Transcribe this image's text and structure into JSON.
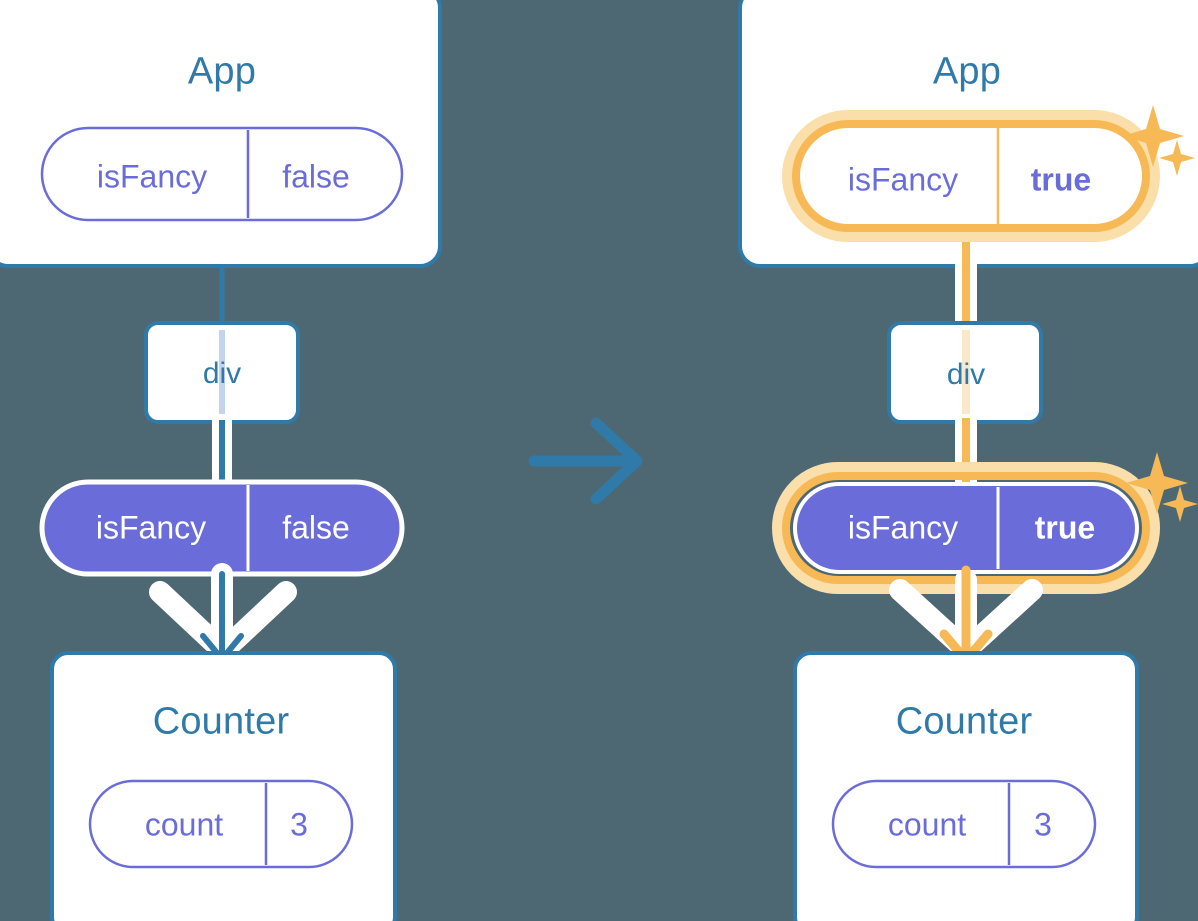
{
  "diagram": {
    "type": "react-state-propagation",
    "background_color": "#4d6873",
    "colors": {
      "box_border_blue": "#2f7aa8",
      "title_blue": "#2f7aa8",
      "pill_purple": "#6a6dd9",
      "pill_purple_text": "#ffffff",
      "pill_outline_purple": "#6a6dd9",
      "highlight_orange": "#f7b955",
      "highlight_orange_glow": "#fbdfab",
      "white": "#ffffff",
      "pale_blue_line": "#c5d4ec",
      "pale_orange_line": "#fbe7c9"
    },
    "transition_arrow": {
      "icon": "arrow-right-icon",
      "color": "#2f7aa8",
      "direction": "right"
    },
    "panels": [
      {
        "id": "before",
        "side": "left",
        "highlighted": false,
        "app": {
          "title": "App",
          "state_pill": {
            "key": "isFancy",
            "value": "false",
            "style": "outline",
            "highlighted": false,
            "value_bold": false
          }
        },
        "div": {
          "label": "div",
          "line_color": "#c5d4ec"
        },
        "prop_pill": {
          "key": "isFancy",
          "value": "false",
          "style": "filled",
          "highlighted": false,
          "value_bold": false
        },
        "counter": {
          "title": "Counter",
          "state_pill": {
            "key": "count",
            "value": "3",
            "style": "outline",
            "highlighted": false,
            "value_bold": false
          }
        },
        "arrow_color": "#2f7aa8",
        "connector_color": "#2f7aa8",
        "sparkles": false
      },
      {
        "id": "after",
        "side": "right",
        "highlighted": true,
        "app": {
          "title": "App",
          "state_pill": {
            "key": "isFancy",
            "value": "true",
            "style": "outline",
            "highlighted": true,
            "value_bold": true
          }
        },
        "div": {
          "label": "div",
          "line_color": "#fbe7c9"
        },
        "prop_pill": {
          "key": "isFancy",
          "value": "true",
          "style": "filled",
          "highlighted": true,
          "value_bold": true
        },
        "counter": {
          "title": "Counter",
          "state_pill": {
            "key": "count",
            "value": "3",
            "style": "outline",
            "highlighted": false,
            "value_bold": false
          }
        },
        "arrow_color": "#f7b955",
        "connector_color": "#f7b955",
        "sparkles": true,
        "sparkle_icons": [
          "sparkle-large-icon",
          "sparkle-small-icon"
        ]
      }
    ]
  }
}
